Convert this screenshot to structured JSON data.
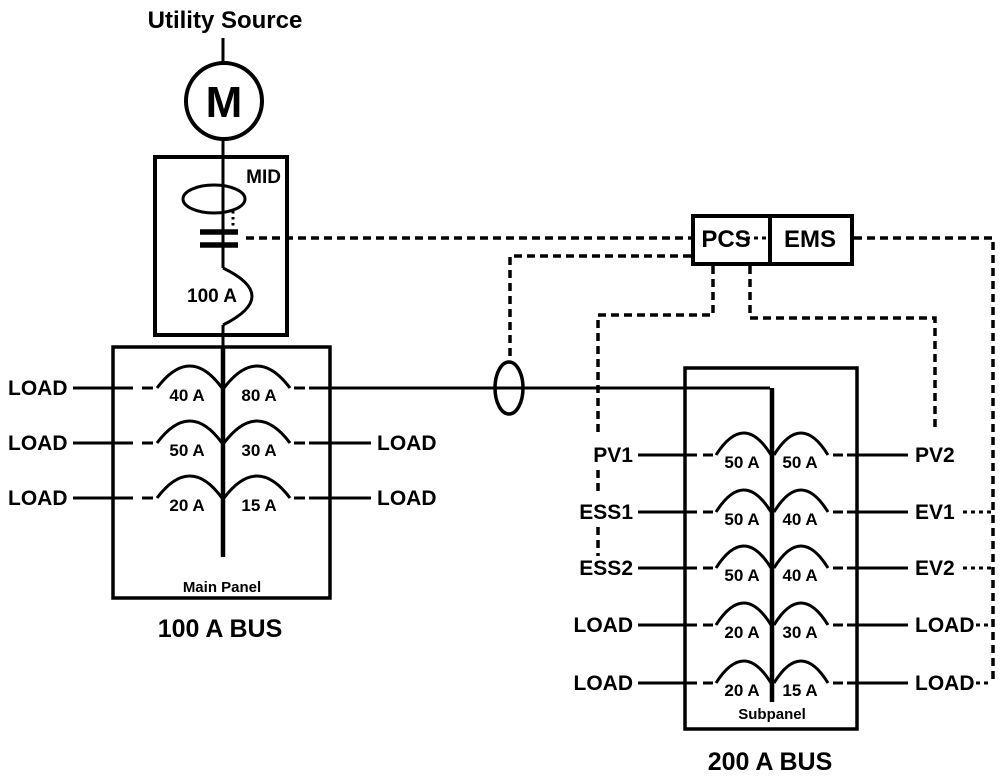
{
  "diagram": {
    "title": "Utility Source",
    "meter": {
      "label": "M"
    },
    "mid": {
      "label": "MID",
      "breaker": "100 A"
    },
    "controllers": {
      "pcs": "PCS",
      "ems": "EMS"
    },
    "main_panel": {
      "name": "Main Panel",
      "bus_label": "100 A BUS",
      "rows": [
        {
          "left_label": "LOAD",
          "left_breaker": "40 A",
          "right_breaker": "80 A"
        },
        {
          "left_label": "LOAD",
          "left_breaker": "50 A",
          "right_breaker": "30 A",
          "right_label": "LOAD"
        },
        {
          "left_label": "LOAD",
          "left_breaker": "20 A",
          "right_breaker": "15 A",
          "right_label": "LOAD"
        }
      ]
    },
    "subpanel": {
      "name": "Subpanel",
      "bus_label": "200 A BUS",
      "rows": [
        {
          "left_label": "PV1",
          "left_breaker": "50 A",
          "right_breaker": "50 A",
          "right_label": "PV2"
        },
        {
          "left_label": "ESS1",
          "left_breaker": "50 A",
          "right_breaker": "40 A",
          "right_label": "EV1"
        },
        {
          "left_label": "ESS2",
          "left_breaker": "50 A",
          "right_breaker": "40 A",
          "right_label": "EV2"
        },
        {
          "left_label": "LOAD",
          "left_breaker": "20 A",
          "right_breaker": "30 A",
          "right_label": "LOAD"
        },
        {
          "left_label": "LOAD",
          "left_breaker": "20 A",
          "right_breaker": "15 A",
          "right_label": "LOAD"
        }
      ]
    },
    "colors": {
      "line": "#000000",
      "background": "#ffffff"
    }
  }
}
